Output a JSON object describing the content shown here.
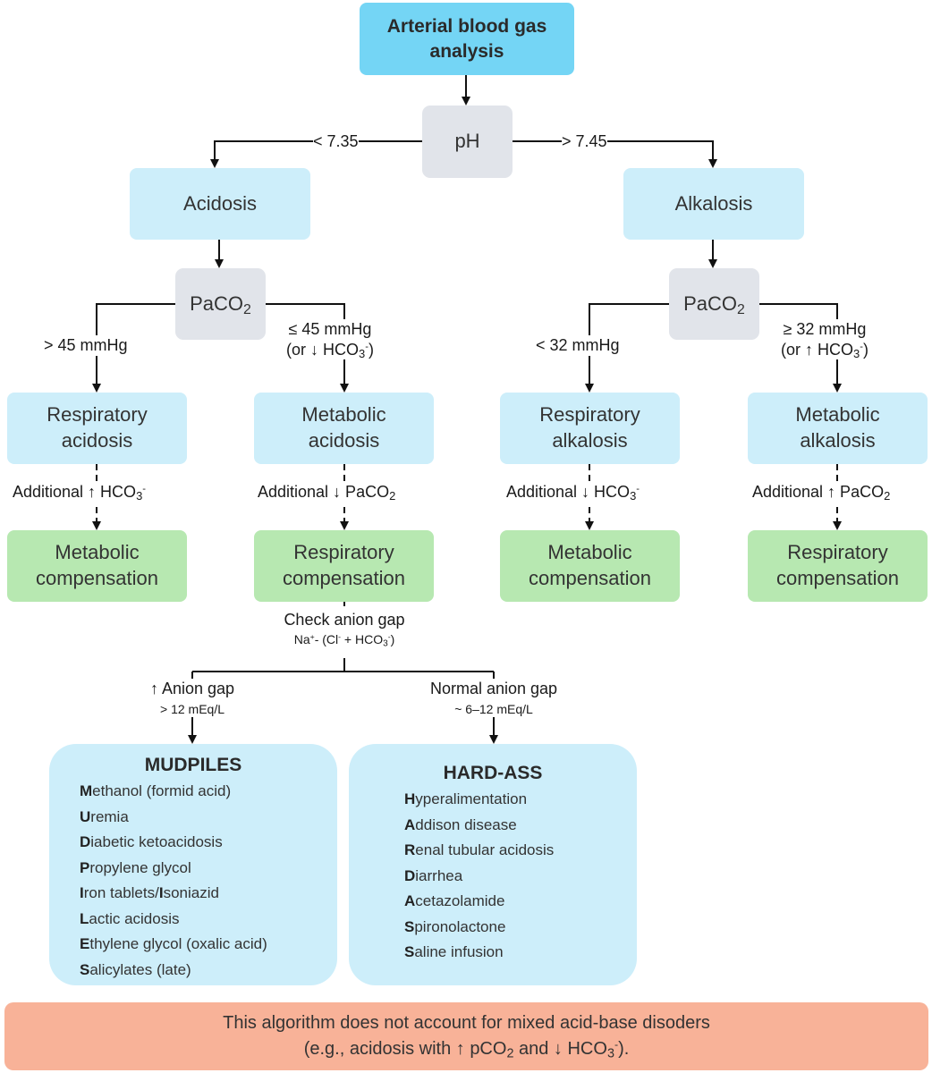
{
  "nodes": {
    "abg": "Arterial blood gas analysis",
    "ph": "pH",
    "acidosis": "Acidosis",
    "alkalosis": "Alkalosis",
    "paco2_prefix": "PaCO",
    "paco2_sub": "2",
    "resp_acidosis": [
      "Respiratory",
      "acidosis"
    ],
    "met_acidosis": [
      "Metabolic",
      "acidosis"
    ],
    "resp_alkalosis": [
      "Respiratory",
      "alkalosis"
    ],
    "met_alkalosis": [
      "Metabolic",
      "alkalosis"
    ],
    "met_comp": [
      "Metabolic",
      "compensation"
    ],
    "resp_comp": [
      "Respiratory",
      "compensation"
    ]
  },
  "edges": {
    "lt_735": "< 7.35",
    "gt_745": "> 7.45",
    "gt45": "> 45 mmHg",
    "le45": "≤ 45 mmHg",
    "or_dn_hco3_prefix": "(or ↓ HCO",
    "lt32": "< 32 mmHg",
    "ge32": "≥ 32 mmHg",
    "or_up_hco3_prefix": "(or ↑ HCO",
    "sub3": "3",
    "sup_minus": "-",
    "close_paren": ")",
    "add_up_hco3_prefix": "Additional ↑ HCO",
    "add_dn_paco2_prefix": "Additional ↓ PaCO",
    "add_dn_hco3_prefix": "Additional ↓ HCO",
    "add_up_paco2_prefix": "Additional ↑ PaCO",
    "sub2": "2",
    "check_anion_gap": "Check anion gap",
    "formula": {
      "na": "Na",
      "na_sup": "+",
      "mid": "- (Cl",
      "cl_sup": "-",
      "plus": " + HCO",
      "hco3_sub": "3",
      "hco3_sup": "-",
      "end": ")"
    },
    "high_ag": "↑ Anion gap",
    "high_ag_range": "> 12 mEq/L",
    "normal_ag": "Normal anion gap",
    "normal_ag_range": "~ 6–12 mEq/L"
  },
  "mudpiles": {
    "title": "MUDPILES",
    "items": [
      {
        "parts": [
          {
            "b": "M"
          },
          {
            "t": "ethanol (formid acid)"
          }
        ]
      },
      {
        "parts": [
          {
            "b": "U"
          },
          {
            "t": "remia"
          }
        ]
      },
      {
        "parts": [
          {
            "b": "D"
          },
          {
            "t": "iabetic ketoacidosis"
          }
        ]
      },
      {
        "parts": [
          {
            "b": "P"
          },
          {
            "t": "ropylene glycol"
          }
        ]
      },
      {
        "parts": [
          {
            "b": "I"
          },
          {
            "t": "ron tablets/"
          },
          {
            "b": "I"
          },
          {
            "t": "soniazid"
          }
        ]
      },
      {
        "parts": [
          {
            "b": "L"
          },
          {
            "t": "actic acidosis"
          }
        ]
      },
      {
        "parts": [
          {
            "b": "E"
          },
          {
            "t": "thylene glycol (oxalic acid)"
          }
        ]
      },
      {
        "parts": [
          {
            "b": "S"
          },
          {
            "t": "alicylates (late)"
          }
        ]
      }
    ]
  },
  "hardass": {
    "title": "HARD-ASS",
    "items": [
      {
        "parts": [
          {
            "b": "H"
          },
          {
            "t": "yperalimentation"
          }
        ]
      },
      {
        "parts": [
          {
            "b": "A"
          },
          {
            "t": "ddison disease"
          }
        ]
      },
      {
        "parts": [
          {
            "b": "R"
          },
          {
            "t": "enal tubular acidosis"
          }
        ]
      },
      {
        "parts": [
          {
            "b": "D"
          },
          {
            "t": "iarrhea"
          }
        ]
      },
      {
        "parts": [
          {
            "b": "A"
          },
          {
            "t": "cetazolamide"
          }
        ]
      },
      {
        "parts": [
          {
            "b": "S"
          },
          {
            "t": "pironolactone"
          }
        ]
      },
      {
        "parts": [
          {
            "b": "S"
          },
          {
            "t": "aline infusion"
          }
        ]
      }
    ]
  },
  "footer": {
    "line1": "This algorithm does not account for mixed acid-base disoders",
    "line2_prefix": "(e.g., acidosis with ↑ pCO",
    "line2_sub": "2",
    "line2_mid": " and ↓ HCO",
    "line2_sub3": "3",
    "line2_sup": "-",
    "line2_end": ")."
  }
}
